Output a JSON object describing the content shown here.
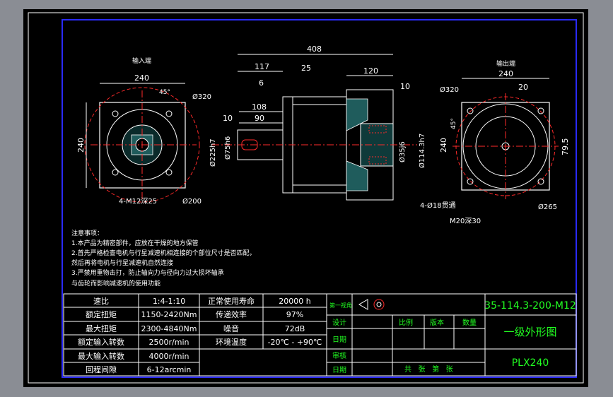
{
  "colors": {
    "background": "#8a8d94",
    "paper": "#000000",
    "frame": "#ffffff",
    "border": "#2a2aff",
    "center_line": "#ff2a2a",
    "title_green": "#22ff22"
  },
  "views": {
    "input_end_label": "输入端",
    "output_end_label": "输出端"
  },
  "dims": {
    "left_width": "240",
    "left_height": "240",
    "left_angle": "45°",
    "left_bolt_circle": "Ø320",
    "left_pilot": "Ø200",
    "left_thread": "4-M12深25",
    "total_length": "408",
    "len_117": "117",
    "len_25": "25",
    "len_6": "6",
    "len_108": "108",
    "len_90": "90",
    "len_10": "10",
    "len_120": "120",
    "len_10_right": "10",
    "dia_225": "Ø225h7",
    "dia_75": "Ø75h6",
    "dia_35": "Ø35j6",
    "dia_114": "Ø114.3h7",
    "right_width": "240",
    "right_20": "20",
    "right_height": "240",
    "right_angle": "45°",
    "right_bolt_circle": "Ø320",
    "right_79": "79.5",
    "right_holes": "4-Ø18贯通",
    "right_265": "Ø265",
    "right_thread": "M20深30"
  },
  "notes": {
    "title": "注意事项：",
    "lines": [
      "1.本产品为精密部件，应放在干燥的地方保管",
      "2.首先严格检查电机与行星减速机相连接的个部位尺寸是否匹配，",
      "然后再将电机与行星减速机自然连接",
      "3.严禁用重物击打，防止轴向力与径向力过大损坏轴承",
      "与齿轮而影响减速机的使用功能"
    ]
  },
  "spec_table": {
    "rows": [
      {
        "k1": "速比",
        "v1": "1:4-1:10",
        "k2": "正常使用寿命",
        "v2": "20000 h"
      },
      {
        "k1": "额定扭矩",
        "v1": "1150-2420Nm",
        "k2": "传递效率",
        "v2": "97%"
      },
      {
        "k1": "最大扭矩",
        "v1": "2300-4840Nm",
        "k2": "噪音",
        "v2": "72dB"
      },
      {
        "k1": "额定输入转数",
        "v1": "2500r/min",
        "k2": "环境温度",
        "v2": "-20℃ - +90℃"
      },
      {
        "k1": "最大输入转数",
        "v1": "4000r/min",
        "k2": "",
        "v2": ""
      },
      {
        "k1": "回程间隙",
        "v1": "6-12arcmin",
        "k2": "",
        "v2": ""
      }
    ]
  },
  "title_block": {
    "projection": "第一视角",
    "design": "设计",
    "check": "审核",
    "date1": "日期",
    "date2": "日期",
    "scale": "比例",
    "version": "版本",
    "quantity": "数量",
    "pages": "共   张   第   张",
    "drawing_number": "35-114.3-200-M12",
    "drawing_name": "一级外形图",
    "model": "PLX240"
  }
}
